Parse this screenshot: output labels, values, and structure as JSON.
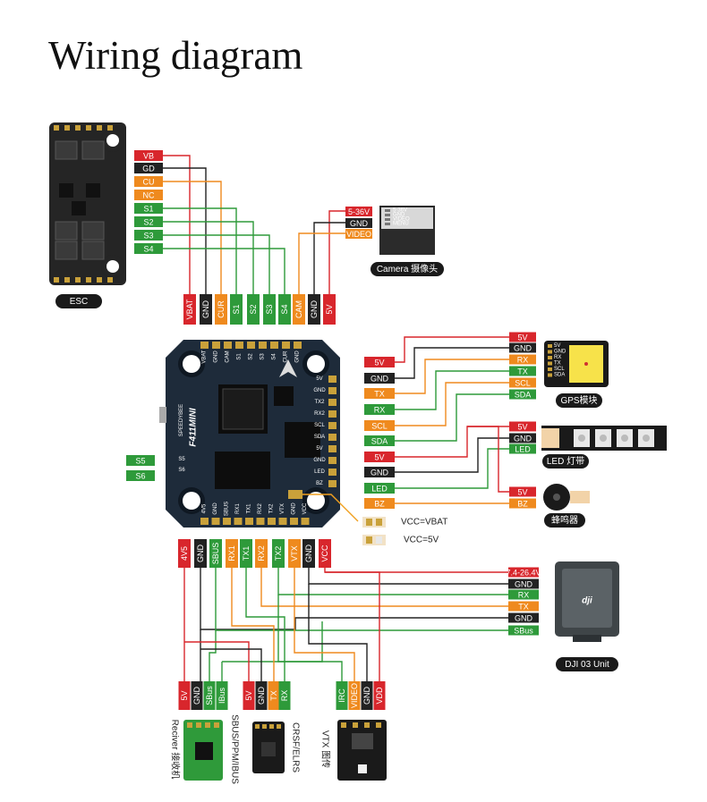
{
  "title": "Wiring diagram",
  "colors": {
    "red": "#d8262c",
    "black": "#222222",
    "orange": "#ef8a1e",
    "green": "#2e9a3a",
    "board": "#1e2b3a",
    "pcb": "#252525"
  },
  "esc": {
    "caption": "ESC",
    "pads": [
      "VB",
      "GD",
      "CU",
      "NC",
      "S1",
      "S2",
      "S3",
      "S4"
    ],
    "fc_pins": [
      "VBAT",
      "GND",
      "CUR",
      "S1",
      "S2",
      "S3",
      "S4"
    ]
  },
  "camera": {
    "caption": "Camera 摄像头",
    "pads": [
      "5-36V",
      "GND",
      "VIDEO"
    ],
    "fc_pins": [
      "CAM",
      "GND",
      "5V"
    ],
    "module_pins": [
      "5-36V",
      "GND",
      "VIDEO",
      "MENU"
    ]
  },
  "fc": {
    "name": "F411MINI",
    "brand": "SPEEDYBEE",
    "top_pins": [
      "VBAT",
      "GND",
      "CAM",
      "S1",
      "S2",
      "S3",
      "S4",
      "CUR",
      "GND"
    ],
    "right_pins": [
      "5V",
      "GND",
      "TX2",
      "RX2",
      "SCL",
      "SDA",
      "5V",
      "GND",
      "LED",
      "BZ"
    ],
    "bottom_pins": [
      "4V5",
      "GND",
      "SBUS",
      "RX1",
      "TX1",
      "RX2",
      "TX2",
      "VTX",
      "GND",
      "VCC"
    ],
    "left_pins": [
      "S5",
      "S6"
    ],
    "left_labels": [
      "S5",
      "S6"
    ]
  },
  "right_pins": [
    {
      "label": "5V",
      "color": "red"
    },
    {
      "label": "GND",
      "color": "black"
    },
    {
      "label": "TX",
      "color": "orange"
    },
    {
      "label": "RX",
      "color": "green"
    },
    {
      "label": "SCL",
      "color": "orange"
    },
    {
      "label": "SDA",
      "color": "green"
    },
    {
      "label": "5V",
      "color": "red"
    },
    {
      "label": "GND",
      "color": "black"
    },
    {
      "label": "LED",
      "color": "green"
    },
    {
      "label": "BZ",
      "color": "orange"
    }
  ],
  "gps": {
    "caption": "GPS模块",
    "pads": [
      {
        "label": "5V",
        "color": "red"
      },
      {
        "label": "GND",
        "color": "black"
      },
      {
        "label": "RX",
        "color": "orange"
      },
      {
        "label": "TX",
        "color": "green"
      },
      {
        "label": "SCL",
        "color": "orange"
      },
      {
        "label": "SDA",
        "color": "green"
      }
    ],
    "module_pins": [
      "5V",
      "GND",
      "RX",
      "TX",
      "SCL",
      "SDA"
    ]
  },
  "led": {
    "caption": "LED 灯带",
    "pads": [
      {
        "label": "5V",
        "color": "red"
      },
      {
        "label": "GND",
        "color": "black"
      },
      {
        "label": "LED",
        "color": "green"
      }
    ]
  },
  "buzzer": {
    "caption": "蜂鸣器",
    "pads": [
      {
        "label": "5V",
        "color": "red"
      },
      {
        "label": "BZ",
        "color": "orange"
      }
    ]
  },
  "jumpers": {
    "vbat_label": "VCC=VBAT",
    "v5_label": "VCC=5V"
  },
  "bottom_pins": [
    {
      "label": "4V5",
      "color": "red"
    },
    {
      "label": "GND",
      "color": "black"
    },
    {
      "label": "SBUS",
      "color": "green"
    },
    {
      "label": "RX1",
      "color": "orange"
    },
    {
      "label": "TX1",
      "color": "green"
    },
    {
      "label": "RX2",
      "color": "orange"
    },
    {
      "label": "TX2",
      "color": "green"
    },
    {
      "label": "VTX",
      "color": "orange"
    },
    {
      "label": "GND",
      "color": "black"
    },
    {
      "label": "VCC",
      "color": "red"
    }
  ],
  "dji": {
    "caption": "DJI 03 Unit",
    "logo": "dji",
    "pads": [
      {
        "label": "7.4-26.4V",
        "color": "red"
      },
      {
        "label": "GND",
        "color": "black"
      },
      {
        "label": "RX",
        "color": "green"
      },
      {
        "label": "TX",
        "color": "orange"
      },
      {
        "label": "GND",
        "color": "black"
      },
      {
        "label": "SBus",
        "color": "green"
      }
    ]
  },
  "receiver": {
    "caption": "Reciver 接收机",
    "protocol": "SBUS/PPM/IBUS",
    "pads": [
      {
        "label": "5V",
        "color": "red"
      },
      {
        "label": "GND",
        "color": "black"
      },
      {
        "label": "SBus",
        "color": "green"
      },
      {
        "label": "IBus",
        "color": "green"
      }
    ]
  },
  "crsf": {
    "caption": "CRSF/ELRS",
    "pads": [
      {
        "label": "5V",
        "color": "red"
      },
      {
        "label": "GND",
        "color": "black"
      },
      {
        "label": "TX",
        "color": "orange"
      },
      {
        "label": "RX",
        "color": "green"
      }
    ]
  },
  "vtx": {
    "caption": "VTX 图传",
    "pads": [
      {
        "label": "IRC",
        "color": "green"
      },
      {
        "label": "VIDEO",
        "color": "orange"
      },
      {
        "label": "GND",
        "color": "black"
      },
      {
        "label": "VDD",
        "color": "red"
      }
    ]
  }
}
